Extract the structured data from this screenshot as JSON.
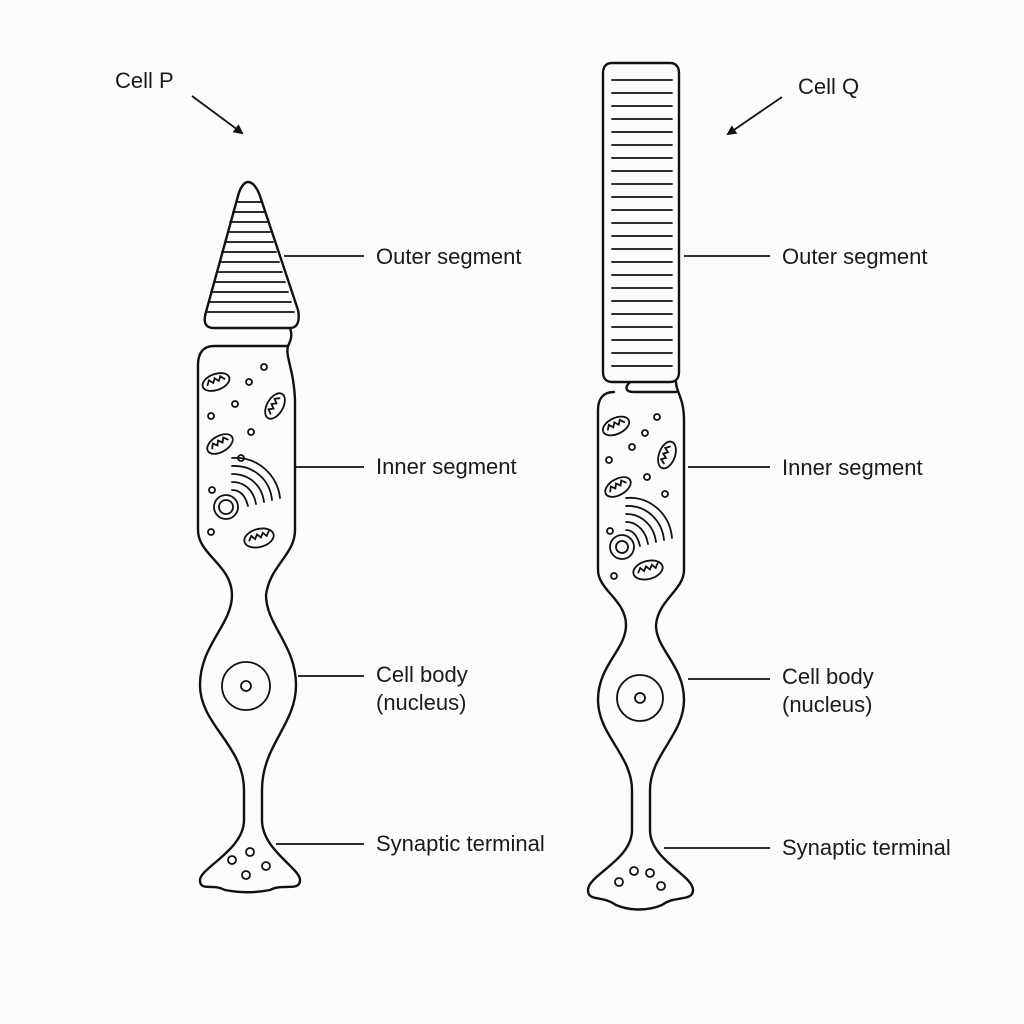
{
  "cells": [
    {
      "title": "Cell P",
      "labels": {
        "outer": "Outer segment",
        "inner": "Inner segment",
        "body_line1": "Cell body",
        "body_line2": "(nucleus)",
        "terminal": "Synaptic terminal"
      }
    },
    {
      "title": "Cell Q",
      "labels": {
        "outer": "Outer segment",
        "inner": "Inner segment",
        "body_line1": "Cell body",
        "body_line2": "(nucleus)",
        "terminal": "Synaptic terminal"
      }
    }
  ]
}
